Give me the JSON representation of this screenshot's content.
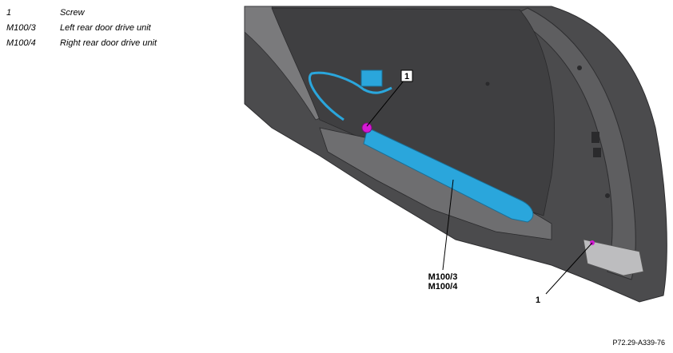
{
  "legend": {
    "items": [
      {
        "code": "1",
        "description": "Screw"
      },
      {
        "code": "M100/3",
        "description": "Left rear door drive unit"
      },
      {
        "code": "M100/4",
        "description": "Right rear door drive unit"
      }
    ]
  },
  "callouts": {
    "screw_top": "1",
    "screw_bottom": "1",
    "drive_unit_line1": "M100/3",
    "drive_unit_line2": "M100/4"
  },
  "figure_code": "P72.29-A339-76",
  "colors": {
    "door_panel": "#4b4b4d",
    "door_panel_light": "#6a6a6c",
    "drive_unit": "#2aa6dc",
    "screw": "#d51ad5"
  }
}
